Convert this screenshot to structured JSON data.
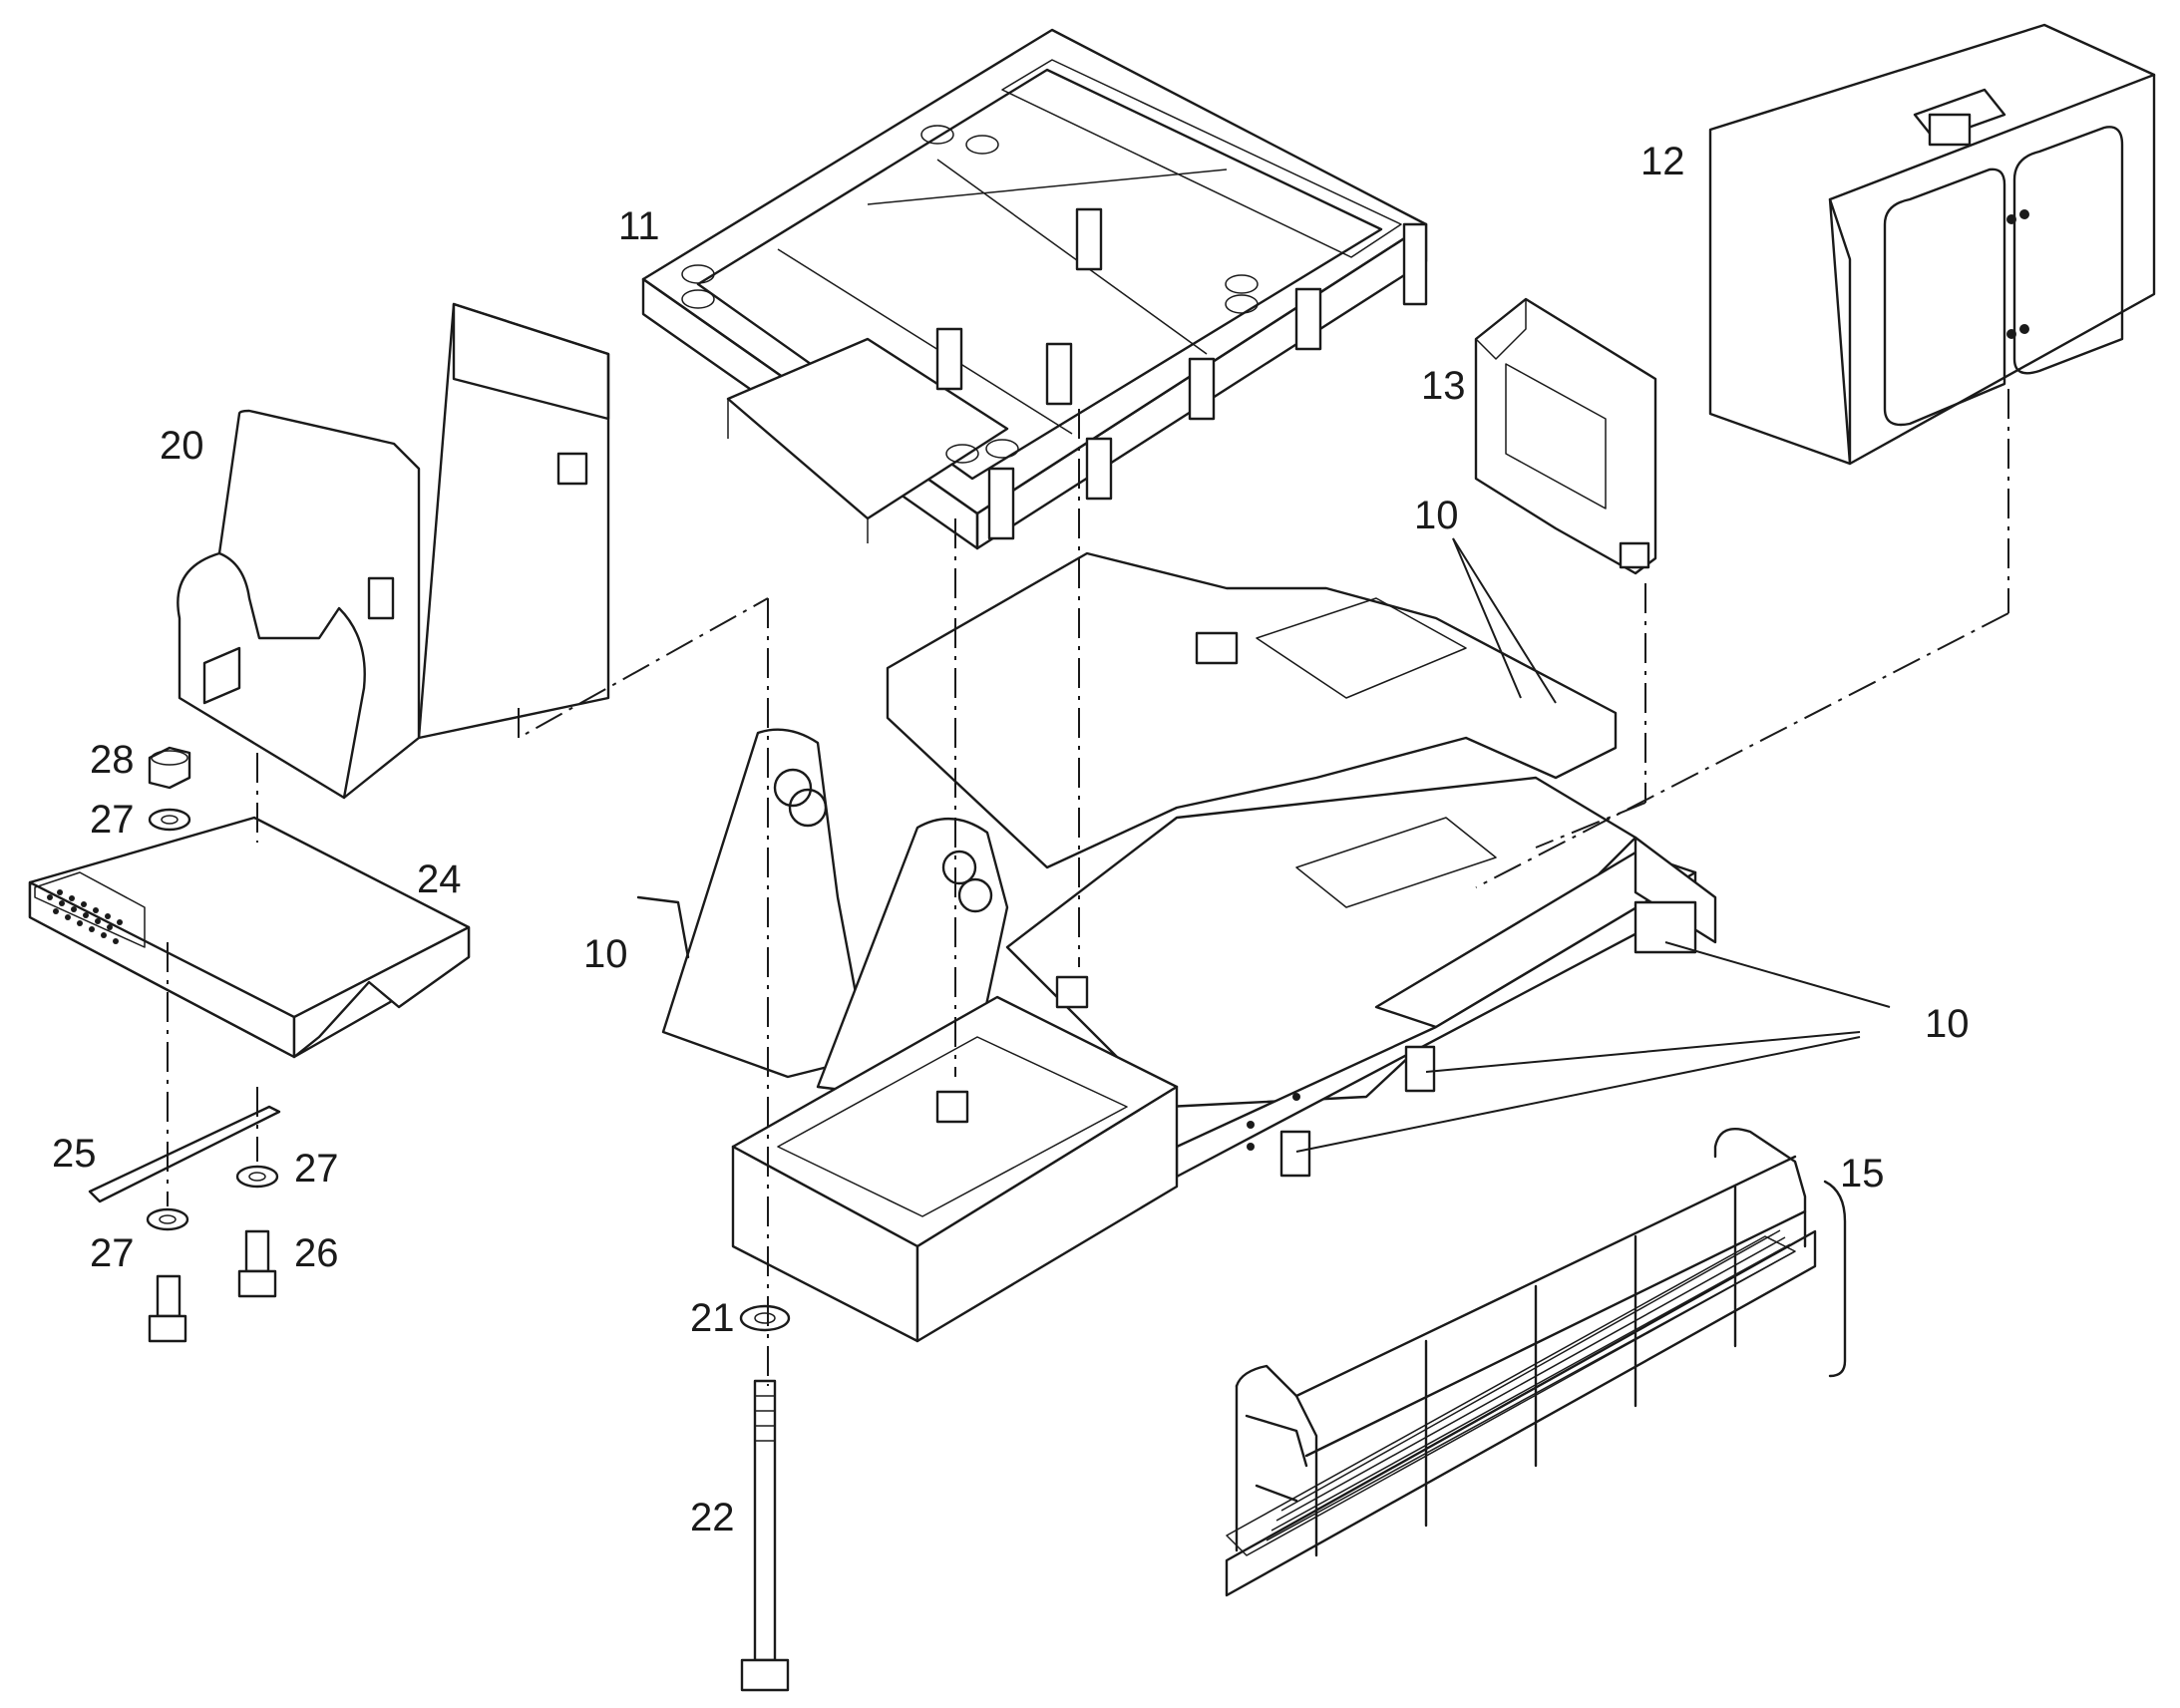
{
  "labels": {
    "frame_10_upper": "10",
    "frame_10_left": "10",
    "frame_10_right": "10",
    "platform_11": "11",
    "box_12": "12",
    "panel_13": "13",
    "walkway_15": "15",
    "seat_20": "20",
    "washer_21": "21",
    "bolt_22": "22",
    "tray_24": "24",
    "strip_25": "25",
    "bolt_26": "26",
    "washer_27_a": "27",
    "washer_27_b": "27",
    "washer_27_c": "27",
    "nut_28": "28"
  }
}
